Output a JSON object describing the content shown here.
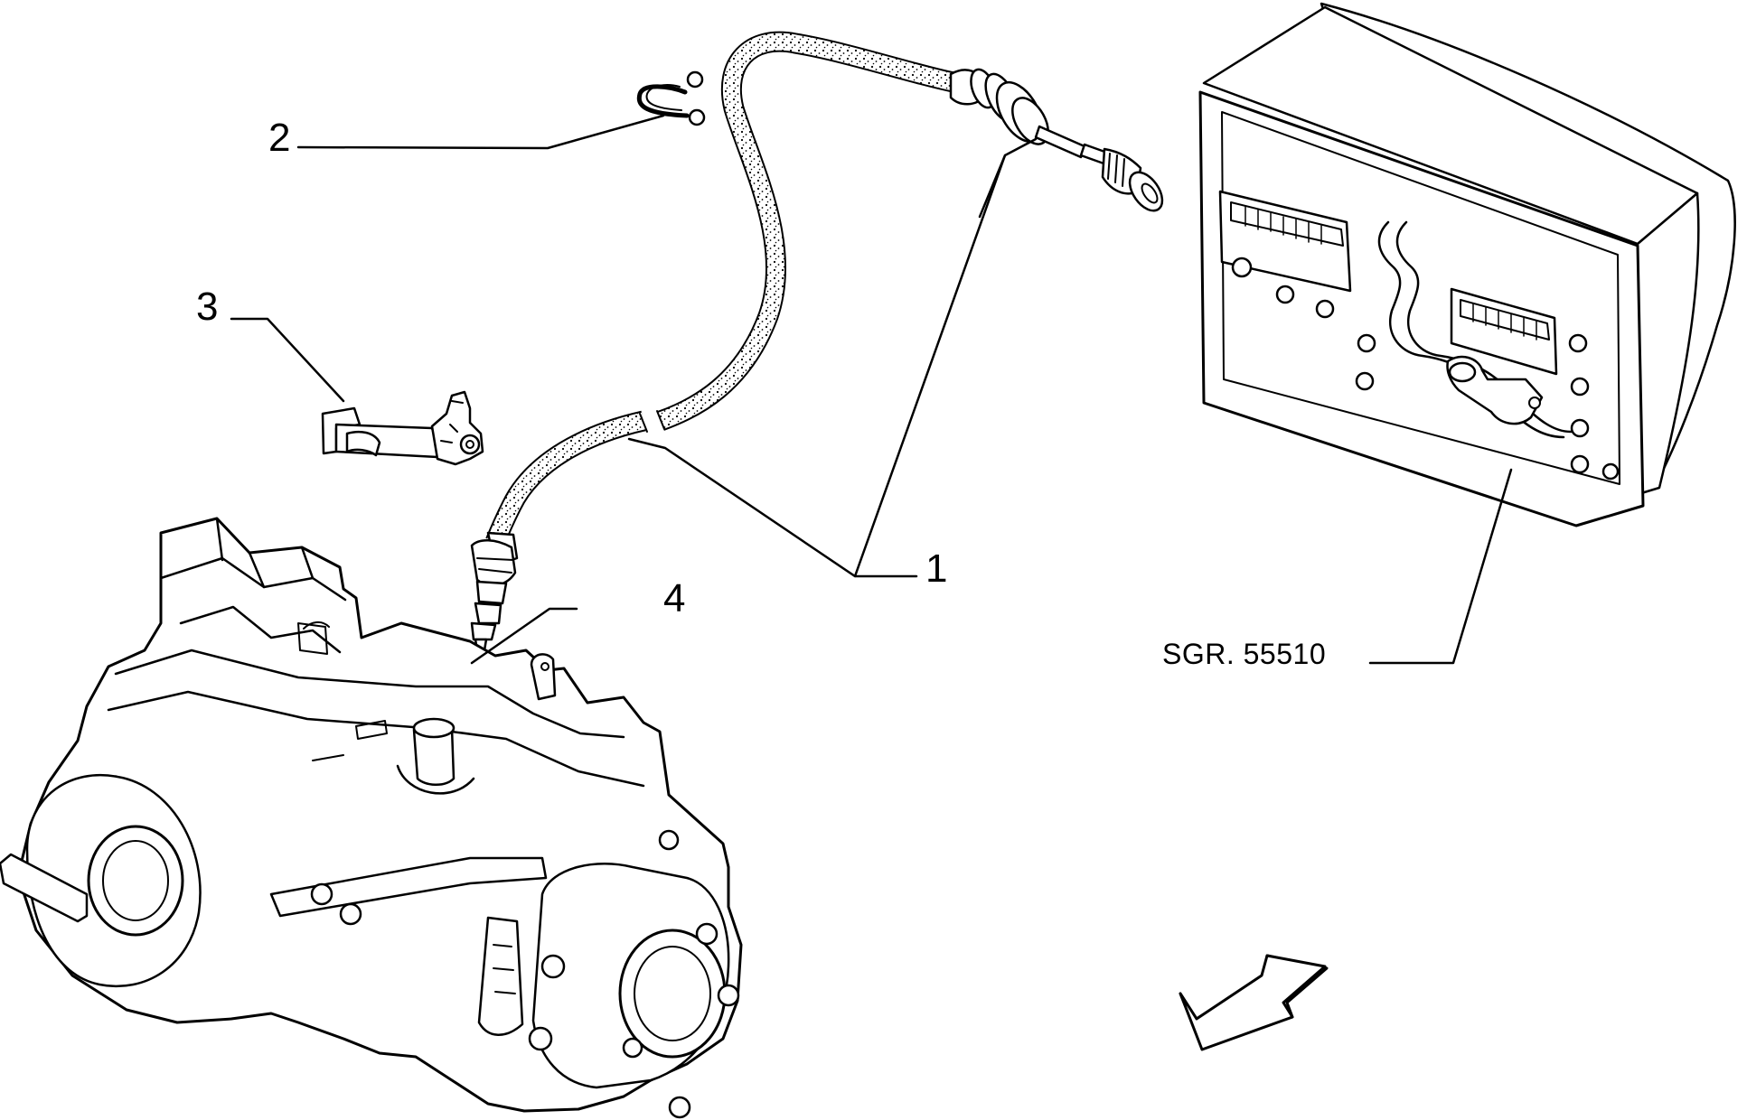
{
  "callouts": {
    "part_1": "1",
    "part_2": "2",
    "part_3": "3",
    "part_4": "4",
    "ref_group": "SGR. 55510"
  },
  "colors": {
    "ink": "#000000",
    "paper": "#ffffff",
    "cable_speckle": "#000000"
  },
  "icons": [
    "direction-arrow-icon"
  ]
}
